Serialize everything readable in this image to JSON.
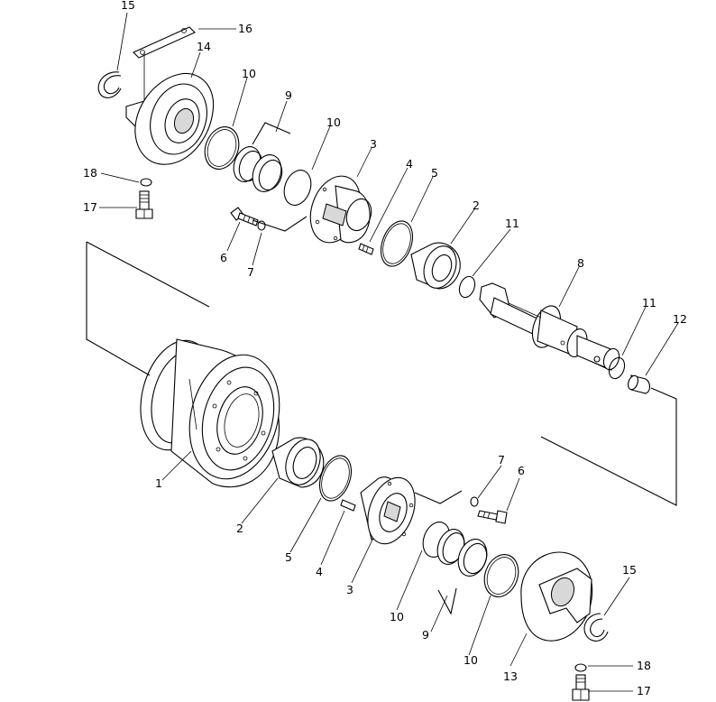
{
  "diagram": {
    "kind": "exploded parts diagram",
    "callouts": {
      "c15a": "15",
      "c16": "16",
      "c14": "14",
      "c10a": "10",
      "c9a": "9",
      "c10b": "10",
      "c3a": "3",
      "c4a": "4",
      "c5a": "5",
      "c2a": "2",
      "c11a": "11",
      "c8": "8",
      "c11b": "11",
      "c12": "12",
      "c18a": "18",
      "c17a": "17",
      "c6a": "6",
      "c7a": "7",
      "c1": "1",
      "c2b": "2",
      "c5b": "5",
      "c4b": "4",
      "c3b": "3",
      "c7b": "7",
      "c6b": "6",
      "c10c": "10",
      "c9b": "9",
      "c10d": "10",
      "c13": "13",
      "c15b": "15",
      "c18b": "18",
      "c17b": "17"
    }
  }
}
